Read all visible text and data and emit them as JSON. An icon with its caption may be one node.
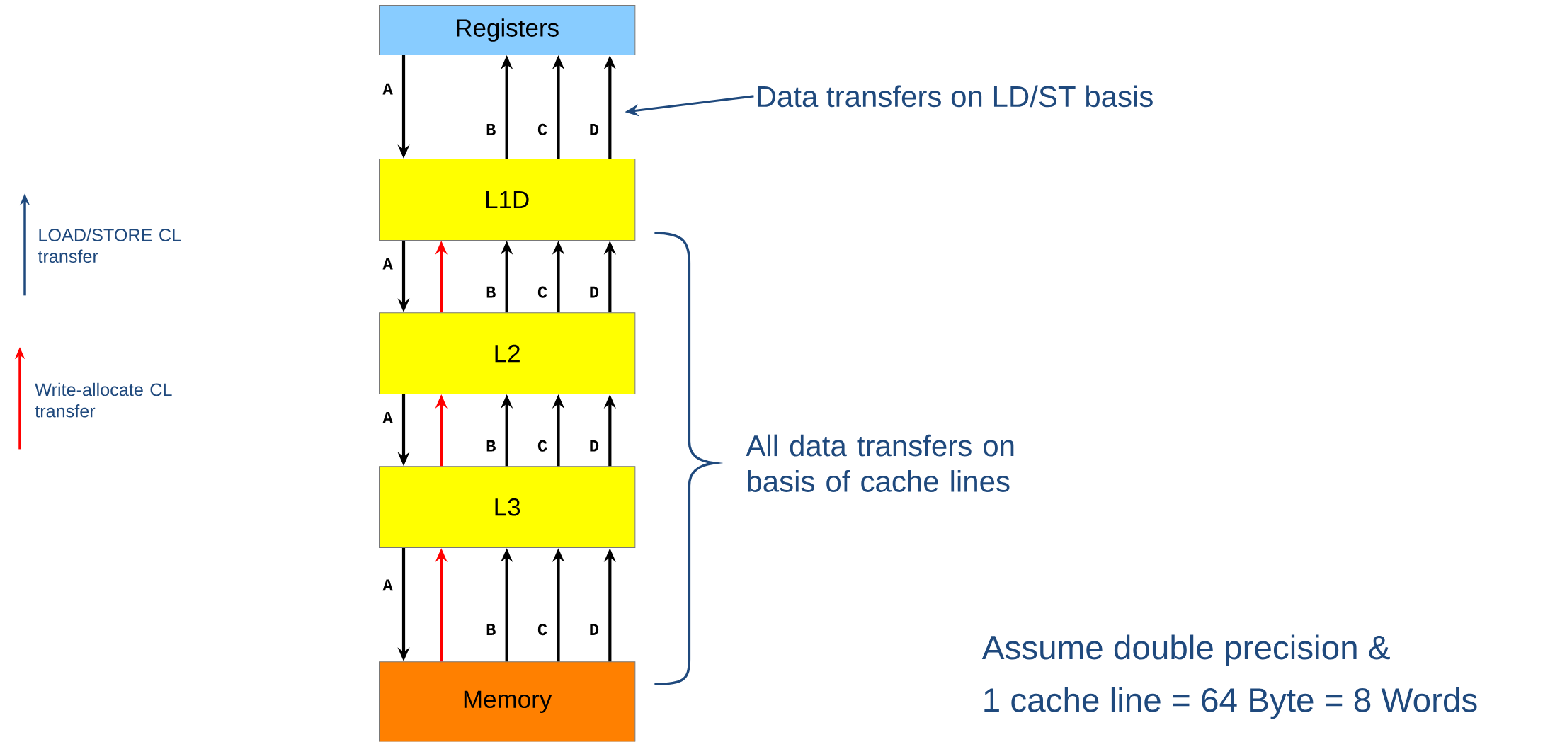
{
  "diagram": {
    "nodes": [
      {
        "text": [
          "Registers"
        ]
      },
      {
        "text": [
          "L1D"
        ]
      },
      {
        "text": [
          "L2"
        ]
      },
      {
        "text": [
          "L3"
        ]
      },
      {
        "text": [
          "Memory"
        ]
      },
      {
        "text": [
          "Data transfers on LD/ST basis"
        ]
      }
    ],
    "edges": [
      {
        "from": 0,
        "to": 1,
        "arrow": "to",
        "label": "A"
      },
      {
        "from": 1,
        "to": 0,
        "arrow": "to",
        "label": "B"
      },
      {
        "from": 1,
        "to": 0,
        "arrow": "to",
        "label": "C"
      },
      {
        "from": 1,
        "to": 0,
        "arrow": "to",
        "label": "D"
      },
      {
        "from": 1,
        "to": 2,
        "arrow": "to",
        "label": "A"
      },
      {
        "from": 2,
        "to": 1,
        "arrow": "to",
        "color": "#ff0000"
      },
      {
        "from": 2,
        "to": 1,
        "arrow": "to",
        "label": "B"
      },
      {
        "from": 2,
        "to": 1,
        "arrow": "to",
        "label": "C"
      },
      {
        "from": 2,
        "to": 1,
        "arrow": "to",
        "label": "D"
      },
      {
        "from": 2,
        "to": 3,
        "arrow": "to",
        "label": "A"
      },
      {
        "from": 3,
        "to": 2,
        "arrow": "to",
        "color": "#ff0000"
      },
      {
        "from": 3,
        "to": 2,
        "arrow": "to",
        "label": "B"
      },
      {
        "from": 3,
        "to": 2,
        "arrow": "to",
        "label": "C"
      },
      {
        "from": 3,
        "to": 2,
        "arrow": "to",
        "label": "D"
      },
      {
        "from": 3,
        "to": 4,
        "arrow": "to",
        "label": "A"
      },
      {
        "from": 4,
        "to": 3,
        "arrow": "to",
        "color": "#ff0000"
      },
      {
        "from": 4,
        "to": 3,
        "arrow": "to",
        "label": "B"
      },
      {
        "from": 4,
        "to": 3,
        "arrow": "to",
        "label": "C"
      },
      {
        "from": 4,
        "to": 3,
        "arrow": "to",
        "label": "D"
      },
      {
        "from": 5,
        "to": null,
        "arrow": "to",
        "color": "#1f497d"
      }
    ],
    "labels": [
      "All data transfers on basis of cache lines",
      "Assume double precision &",
      "1 cache line = 64 Byte = 8 Words"
    ],
    "legend": [
      {
        "text": "LOAD/STORE CL transfer"
      },
      {
        "text": "Write-allocate CL transfer"
      }
    ]
  }
}
